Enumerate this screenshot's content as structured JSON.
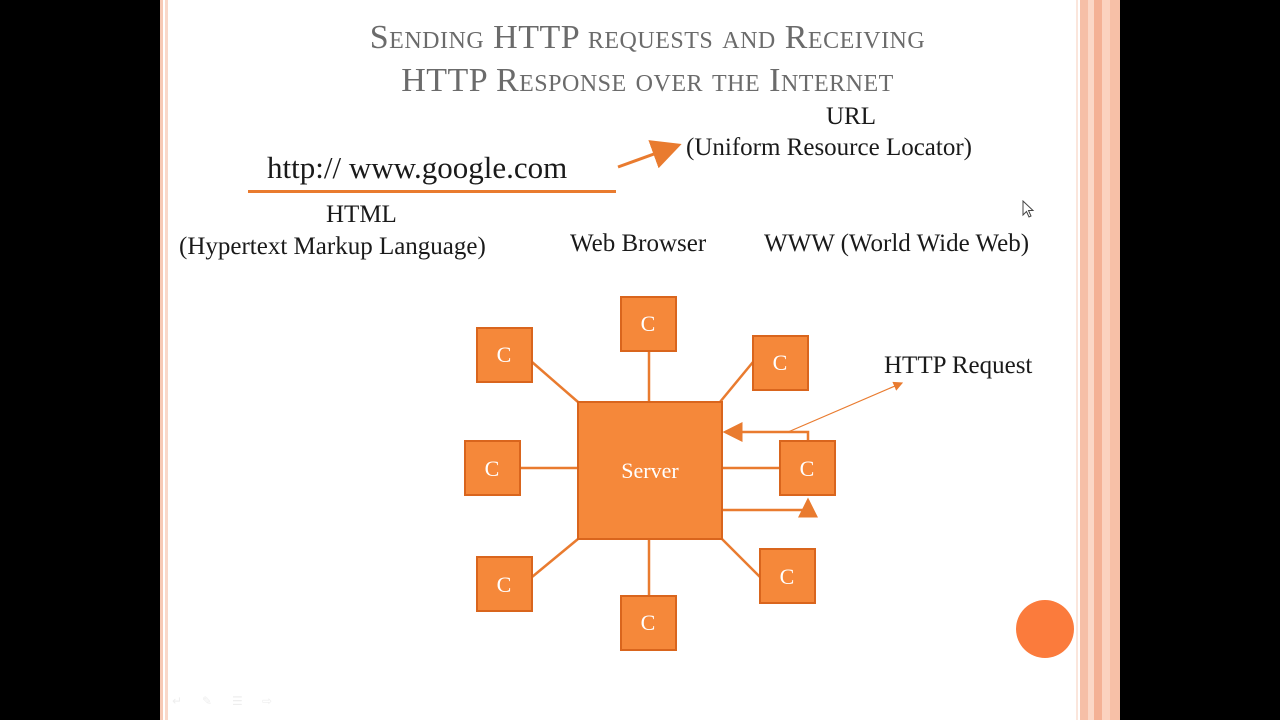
{
  "title": {
    "line1": "Sending HTTP requests and Receiving",
    "line2": "HTTP Response over the Internet"
  },
  "url": {
    "text": "http:// www.google.com",
    "label": "URL",
    "description": "(Uniform Resource Locator)"
  },
  "html": {
    "label": "HTML",
    "description": "(Hypertext Markup Language)"
  },
  "web_browser": "Web Browser",
  "www": "WWW (World Wide Web)",
  "http_request": "HTTP Request",
  "diagram": {
    "server_label": "Server",
    "client_label": "C"
  },
  "colors": {
    "accent": "#f5883a",
    "node_stroke": "#d9651d",
    "connector": "#e97b2f",
    "title": "#6b6b6b"
  },
  "icons": [
    "mouse-cursor-icon",
    "pen-icon",
    "menu-icon",
    "arrow-icon"
  ]
}
